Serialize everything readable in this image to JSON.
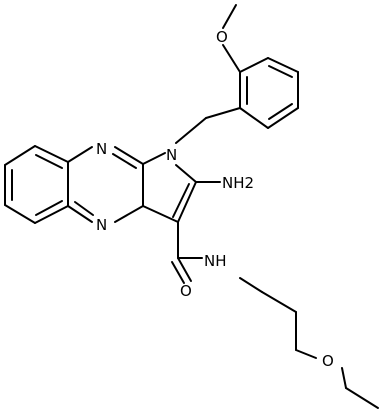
{
  "structure": {
    "atom_labels": {
      "methoxy_o": "O",
      "pyrrole_n": "N",
      "quinox_n_upper": "N",
      "quinox_n_lower": "N",
      "amine": "NH2",
      "amide_o": "O",
      "amide_nh": "NH",
      "ether_o": "O"
    }
  },
  "colors": {
    "bond": "#000000",
    "text": "#000000",
    "background": "#ffffff"
  }
}
